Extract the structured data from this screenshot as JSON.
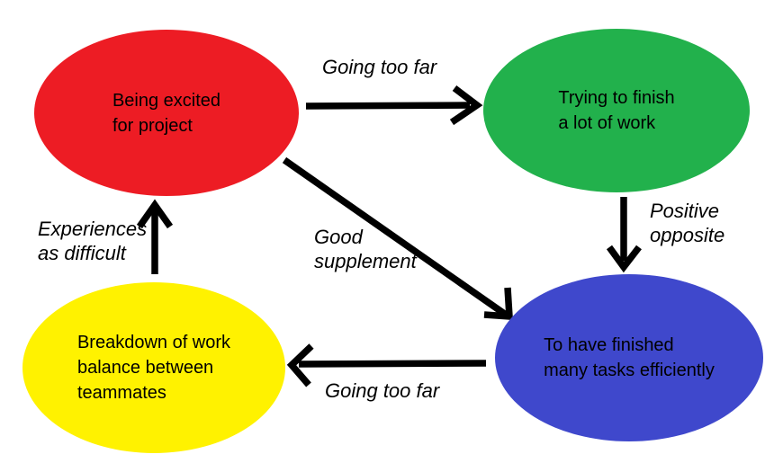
{
  "canvas": {
    "background": "#ffffff",
    "arrow_color": "#000000",
    "text_color": "#000000"
  },
  "nodes": {
    "excited": {
      "color": "#ed1c24",
      "lines": [
        "Being excited",
        "for project"
      ]
    },
    "trying": {
      "color": "#22b14c",
      "lines": [
        "Trying to finish",
        "a lot of work"
      ]
    },
    "finished": {
      "color": "#3f48cc",
      "lines": [
        "To have finished",
        "many tasks efficiently"
      ]
    },
    "breakdown": {
      "color": "#fff200",
      "lines": [
        "Breakdown of work",
        "balance between",
        "teammates"
      ]
    }
  },
  "edges": {
    "excited_to_trying": {
      "lines": [
        "Going too far"
      ]
    },
    "trying_to_finished": {
      "lines": [
        "Positive",
        "opposite"
      ]
    },
    "excited_to_finished": {
      "lines": [
        "Good",
        "supplement"
      ]
    },
    "finished_to_breakdown": {
      "lines": [
        "Going too far"
      ]
    },
    "breakdown_to_excited": {
      "lines": [
        "Experiences",
        "as difficult"
      ]
    }
  }
}
